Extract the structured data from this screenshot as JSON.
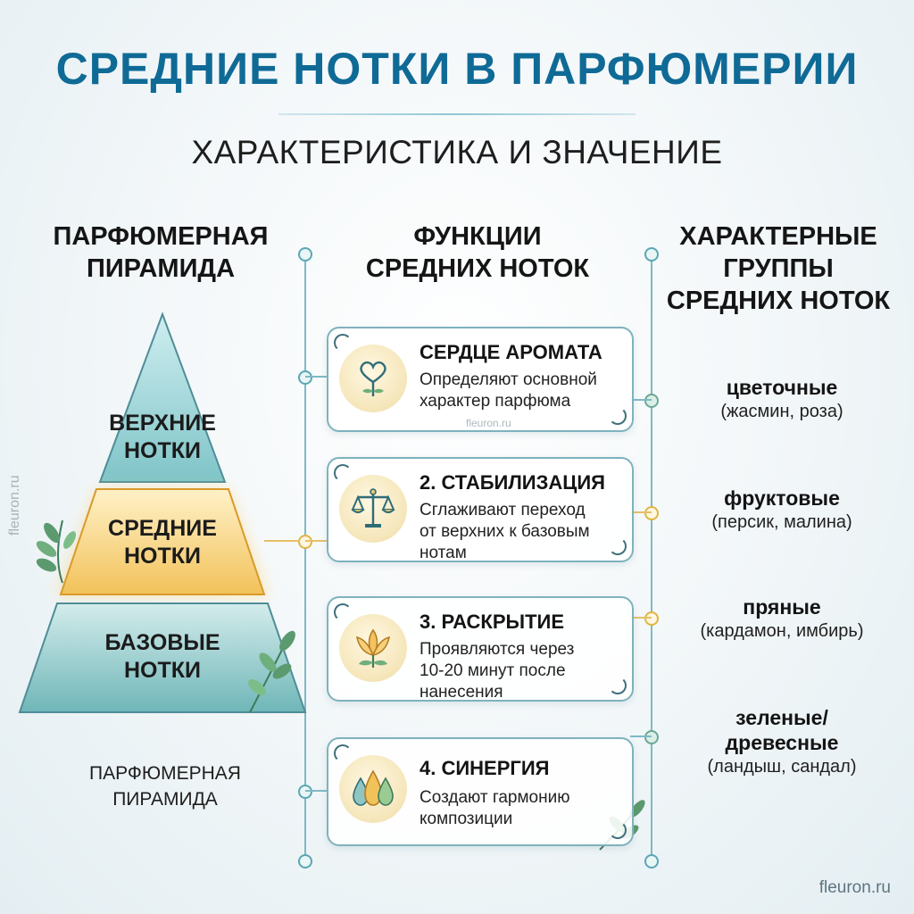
{
  "title": "СРЕДНИЕ НОТКИ В ПАРФЮМЕРИИ",
  "subtitle": "ХАРАКТЕРИСТИКА И ЗНАЧЕНИЕ",
  "columns": {
    "left": [
      "ПАРФЮМЕРНАЯ",
      "ПИРАМИДА"
    ],
    "middle": [
      "ФУНКЦИИ",
      "СРЕДНИХ НОТОК"
    ],
    "right": [
      "ХАРАКТЕРНЫЕ",
      "ГРУППЫ",
      "СРЕДНИХ НОТОК"
    ]
  },
  "pyramid": {
    "top": [
      "ВЕРХНИЕ",
      "НОТКИ"
    ],
    "middle": [
      "СРЕДНИЕ",
      "НОТКИ"
    ],
    "base": [
      "БАЗОВЫЕ",
      "НОТКИ"
    ],
    "caption": [
      "ПАРФЮМЕРНАЯ",
      "ПИРАМИДА"
    ]
  },
  "functions": [
    {
      "title": "СЕРДЦЕ АРОМАТА",
      "desc": [
        "Определяют основной",
        "характер парфюма"
      ],
      "icon": "heart-sprout-icon"
    },
    {
      "title": "2. СТАБИЛИЗАЦИЯ",
      "desc": [
        "Сглаживают переход",
        "от верхних к базовым",
        "нотам"
      ],
      "icon": "scales-icon"
    },
    {
      "title": "3. РАСКРЫТИЕ",
      "desc": [
        "Проявляются через",
        "10-20 минут после",
        "нанесения"
      ],
      "icon": "lotus-icon"
    },
    {
      "title": "4. СИНЕРГИЯ",
      "desc": [
        "Создают гармонию",
        "композиции"
      ],
      "icon": "drops-icon"
    }
  ],
  "groups": [
    {
      "name": [
        "цветочные"
      ],
      "examples": "(жасмин, роза)"
    },
    {
      "name": [
        "фруктовые"
      ],
      "examples": "(персик, малина)"
    },
    {
      "name": [
        "пряные"
      ],
      "examples": "(кардамон, имбирь)"
    },
    {
      "name": [
        "зеленые/",
        "древесные"
      ],
      "examples": "(ландыш, сандал)"
    }
  ],
  "watermarks": {
    "side": "fleuron.ru",
    "card": "fleuron.ru",
    "corner": "fleuron.ru"
  },
  "colors": {
    "title": "#0f6a96",
    "accent_gold": "#f2c25a",
    "teal": "#7fb9c5",
    "green": "#6aa897"
  }
}
